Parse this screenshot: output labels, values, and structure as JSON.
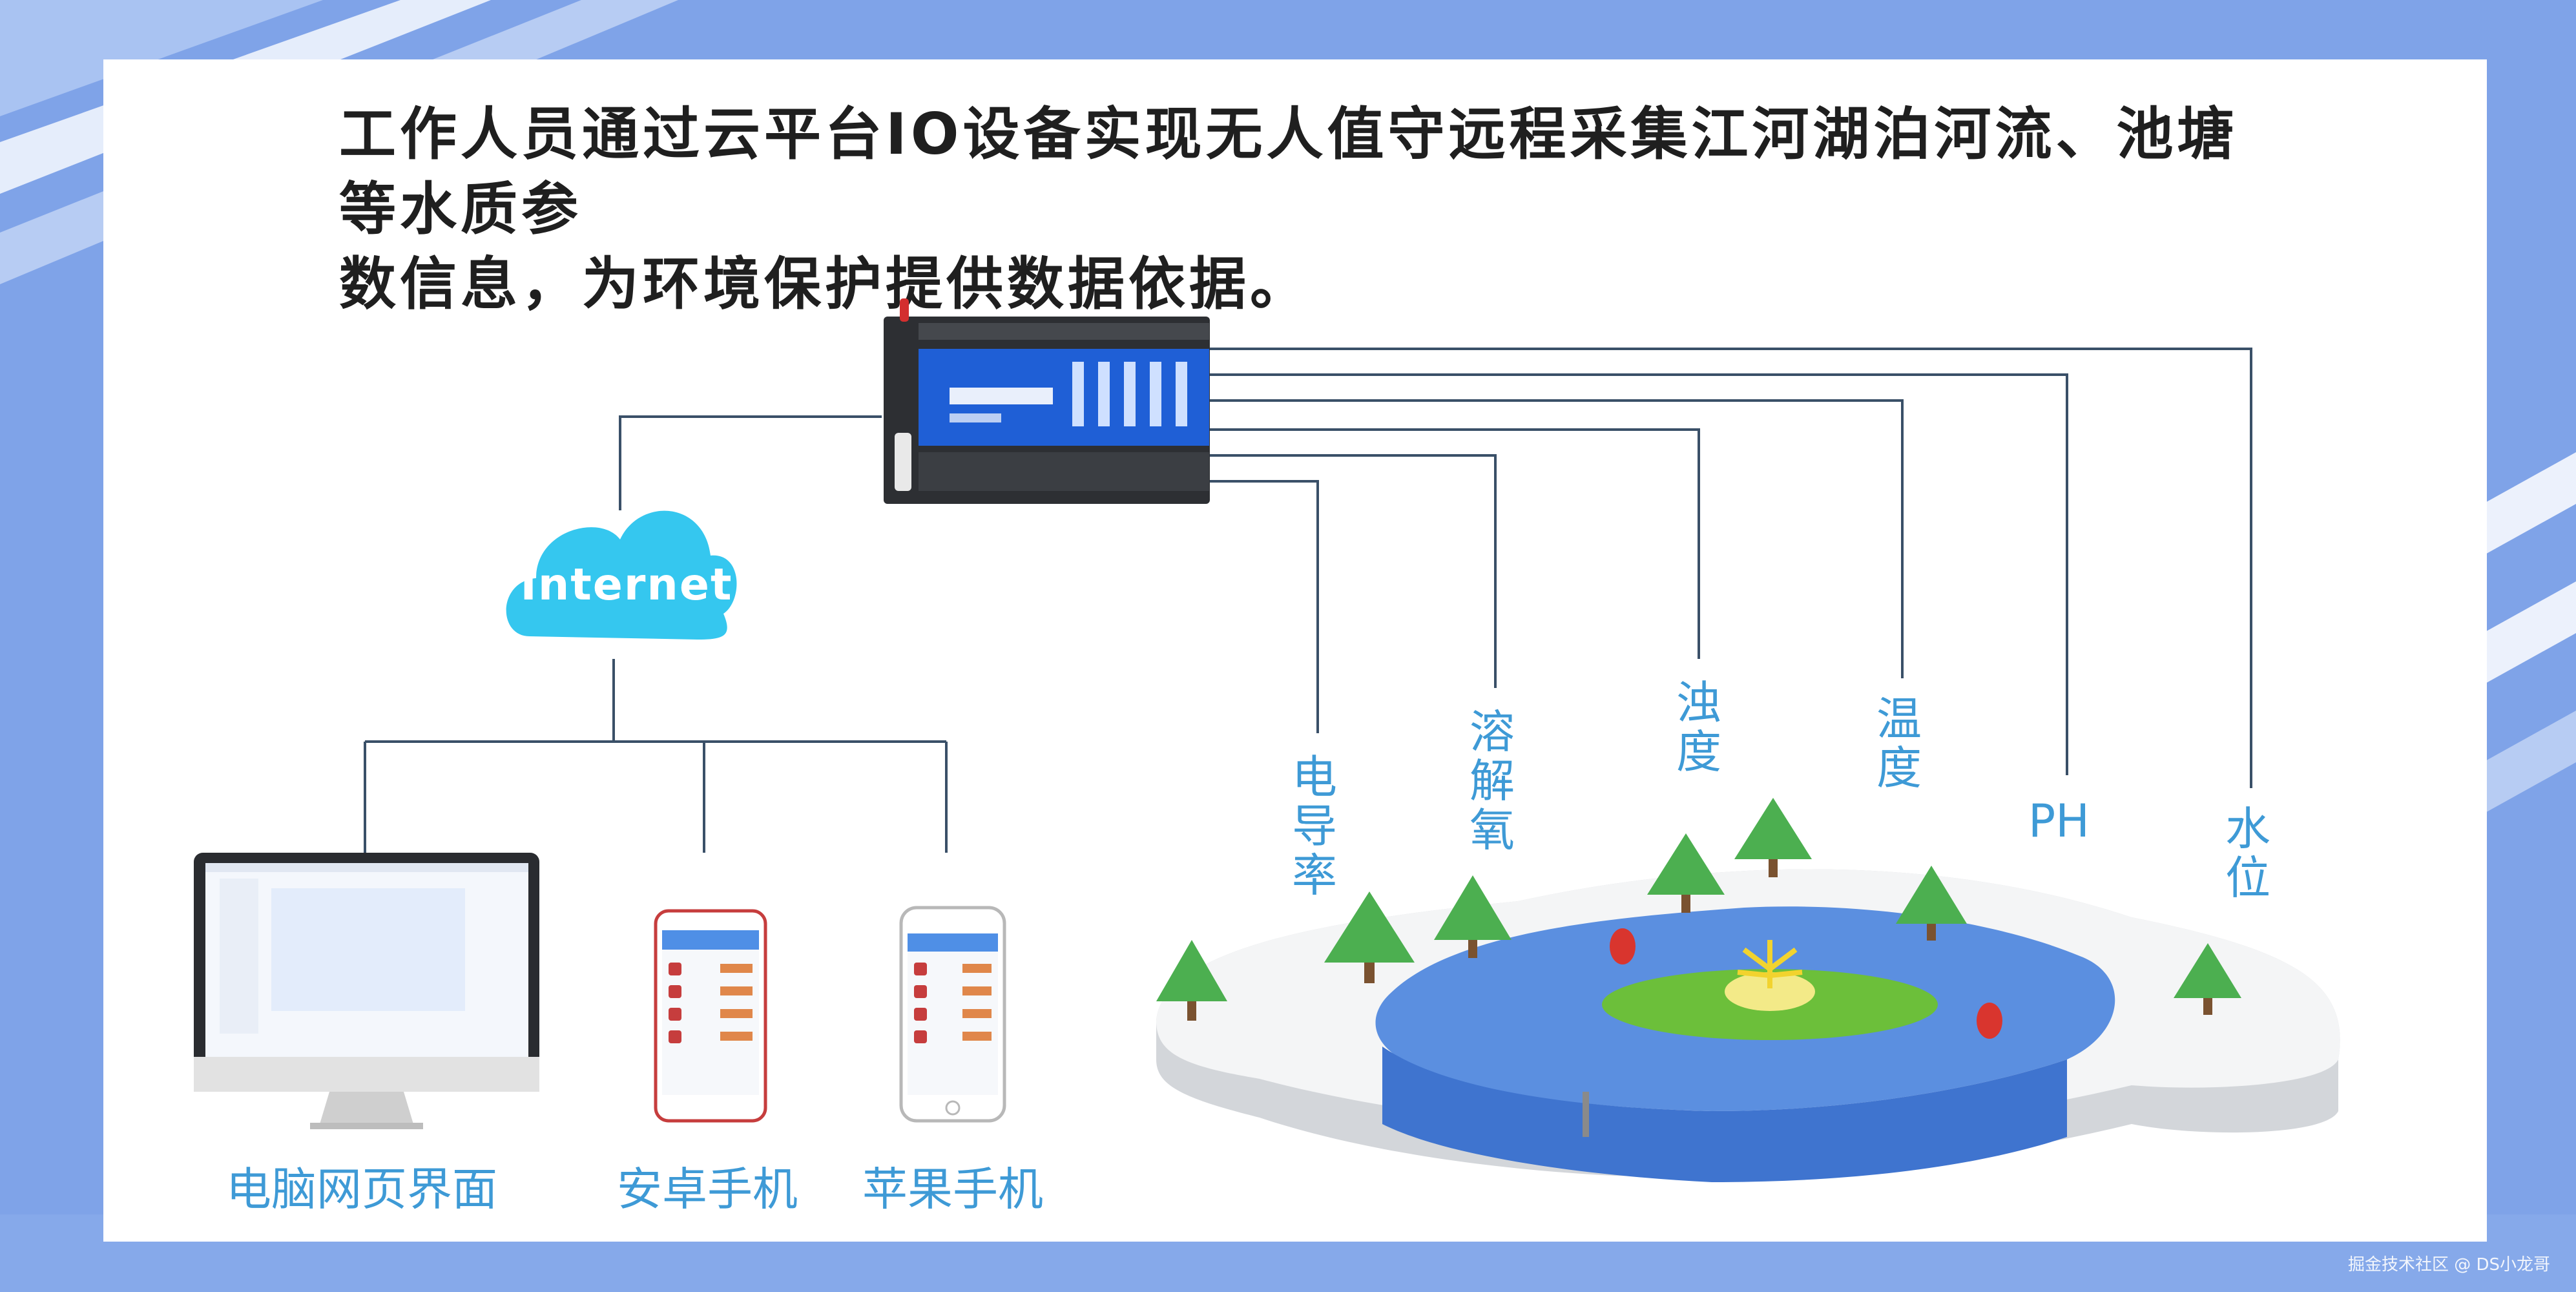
{
  "heading": {
    "line1": "工作人员通过云平台IO设备实现无人值守远程采集江河湖泊河流、池塘等水质参",
    "line2": "数信息，为环境保护提供数据依据。"
  },
  "cloud": {
    "label": "Internet"
  },
  "sensors": [
    {
      "id": "conductivity",
      "label": "电导率"
    },
    {
      "id": "dissolved-oxygen",
      "label": "溶解氧"
    },
    {
      "id": "turbidity",
      "label": "浊度"
    },
    {
      "id": "temperature",
      "label": "温度"
    },
    {
      "id": "ph",
      "label": "PH"
    },
    {
      "id": "water-level",
      "label": "水位"
    }
  ],
  "devices": {
    "pc": "电脑网页界面",
    "android": "安卓手机",
    "iphone": "苹果手机"
  },
  "watermark": "掘金技术社区 @ DS小龙哥",
  "colors": {
    "accent_blue": "#3e9ad6",
    "background_blue": "#7fa3e8",
    "cloud_cyan": "#35c7ef",
    "water": "#5b8fe0",
    "tree": "#4caf50",
    "device_screen": "#1f5fd6"
  }
}
